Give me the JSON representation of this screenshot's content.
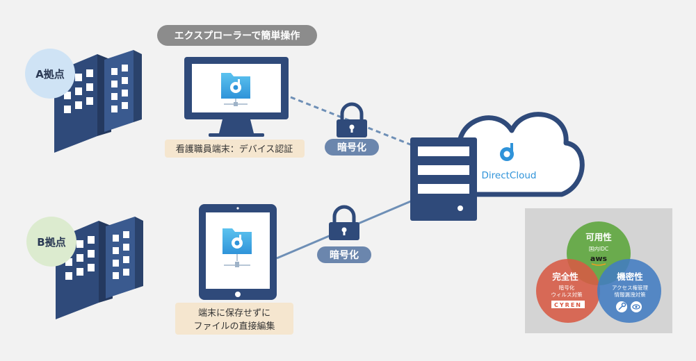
{
  "top_badge": "エクスプローラーで簡単操作",
  "site_a": "A拠点",
  "site_b": "B拠点",
  "pc_caption": "看護職員端末：デバイス認証",
  "tablet_caption_line1": "端末に保存せずに",
  "tablet_caption_line2": "ファイルの直接編集",
  "encrypt_label": "暗号化",
  "cloud_brand": "DirectCloud",
  "venn": {
    "availability": {
      "title": "可用性",
      "sub": "国内IDC",
      "logo": "aws"
    },
    "integrity": {
      "title": "完全性",
      "sub1": "暗号化",
      "sub2": "ウィルス対策",
      "logo": "CYREN"
    },
    "confidentiality": {
      "title": "機密性",
      "sub1": "アクセス権管理",
      "sub2": "情報漏洩対策"
    }
  },
  "colors": {
    "navy": "#2f4a7a",
    "pill_gray": "#8c8c8c",
    "caption_bg": "#f5e6cf",
    "encrypt_pill": "#6b86ad",
    "site_a_circle": "#cfe3f5",
    "site_b_circle": "#dcebcf",
    "circle_green": "#5aa53a",
    "circle_red": "#d8543e",
    "circle_blue": "#3b78c2"
  },
  "icons": [
    "building-icon",
    "monitor-icon",
    "tablet-icon",
    "folder-icon",
    "lock-icon",
    "server-icon",
    "cloud-icon",
    "key-icon",
    "eye-icon"
  ]
}
